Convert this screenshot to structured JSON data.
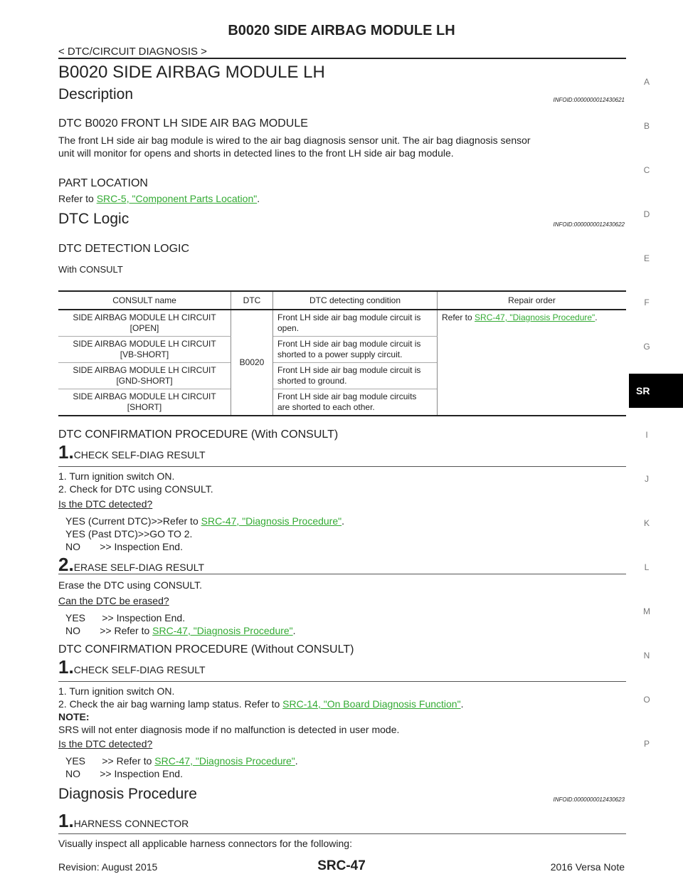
{
  "header": {
    "title": "B0020 SIDE AIRBAG MODULE LH",
    "breadcrumb": "< DTC/CIRCUIT DIAGNOSIS >"
  },
  "page_heading": "B0020 SIDE AIRBAG MODULE LH",
  "description": {
    "heading": "Description",
    "infoid": "INFOID:0000000012430621",
    "dtc_heading": "DTC B0020 FRONT LH SIDE AIR BAG MODULE",
    "text1": "The front LH side air bag module is wired to the air bag diagnosis sensor unit.  The air bag diagnosis sensor",
    "text2": "unit will monitor for opens and shorts in detected lines to the front LH side air bag module.",
    "part_location_heading": "PART LOCATION",
    "refer_prefix": "Refer to ",
    "refer_link": "SRC-5, \"Component Parts Location\"",
    "refer_suffix": "."
  },
  "dtc_logic": {
    "heading": "DTC Logic",
    "infoid": "INFOID:0000000012430622",
    "detection_heading": "DTC DETECTION LOGIC",
    "with_consult": "With CONSULT",
    "table": {
      "headers": [
        "CONSULT name",
        "DTC",
        "DTC detecting condition",
        "Repair order"
      ],
      "dtc": "B0020",
      "repair_prefix": "Refer to ",
      "repair_link": "SRC-47, \"Diagnosis Procedure\"",
      "repair_suffix": ".",
      "rows": [
        {
          "name1": "SIDE AIRBAG MODULE LH CIRCUIT",
          "name2": "[OPEN]",
          "cond1": "Front LH side air bag module circuit is",
          "cond2": "open."
        },
        {
          "name1": "SIDE AIRBAG MODULE LH CIRCUIT",
          "name2": "[VB-SHORT]",
          "cond1": "Front LH side air bag module circuit is",
          "cond2": "shorted to a power supply circuit."
        },
        {
          "name1": "SIDE AIRBAG MODULE LH CIRCUIT",
          "name2": "[GND-SHORT]",
          "cond1": "Front LH side air bag module circuit is",
          "cond2": "shorted to ground."
        },
        {
          "name1": "SIDE AIRBAG MODULE LH CIRCUIT",
          "name2": "[SHORT]",
          "cond1": "Front LH side air bag module circuits",
          "cond2": "are shorted to each other."
        }
      ]
    }
  },
  "confirm_with": {
    "heading": "DTC CONFIRMATION PROCEDURE (With CONSULT)",
    "step1_num": "1.",
    "step1_label": "CHECK SELF-DIAG RESULT",
    "step1_line1": "1.   Turn ignition switch ON.",
    "step1_line2": "2.   Check for DTC using CONSULT.",
    "step1_question": "Is the DTC detected?",
    "yes_current_prefix": "YES (Current DTC)>>Refer to ",
    "yes_current_link": "SRC-47, \"Diagnosis Procedure\"",
    "yes_current_suffix": ".",
    "yes_past": "YES (Past DTC)>>GO TO 2.",
    "no": "NO       >> Inspection End.",
    "step2_num": "2.",
    "step2_label": "ERASE SELF-DIAG RESULT",
    "step2_text": "Erase the DTC using CONSULT.",
    "step2_question": "Can the DTC be erased?",
    "step2_yes": "YES      >> Inspection End.",
    "step2_no_prefix": "NO       >> Refer to ",
    "step2_no_link": "SRC-47, \"Diagnosis Procedure\"",
    "step2_no_suffix": "."
  },
  "confirm_without": {
    "heading": "DTC CONFIRMATION PROCEDURE (Without CONSULT)",
    "step1_num": "1.",
    "step1_label": "CHECK SELF-DIAG RESULT",
    "line1": "1.   Turn ignition switch ON.",
    "line2_prefix": "2.   Check the air bag warning lamp status. Refer to ",
    "line2_link": "SRC-14, \"On Board Diagnosis Function\"",
    "line2_suffix": ".",
    "note_label": "NOTE:",
    "note_text": "SRS will not enter diagnosis mode if no malfunction is detected in user mode.",
    "question": "Is the DTC detected?",
    "yes_prefix": "YES      >> Refer to ",
    "yes_link": "SRC-47, \"Diagnosis Procedure\"",
    "yes_suffix": ".",
    "no": "NO       >> Inspection End."
  },
  "diagnosis": {
    "heading": "Diagnosis Procedure",
    "infoid": "INFOID:0000000012430623",
    "step1_num": "1.",
    "step1_label": "HARNESS CONNECTOR",
    "text": "Visually inspect all applicable harness connectors for the following:"
  },
  "side_index": {
    "letters": [
      "A",
      "B",
      "C",
      "D",
      "E",
      "F",
      "G",
      "I",
      "J",
      "K",
      "L",
      "M",
      "N",
      "O",
      "P"
    ],
    "active_tab": "SR"
  },
  "footer": {
    "revision": "Revision: August 2015",
    "page": "SRC-47",
    "model": "2016 Versa Note"
  },
  "colors": {
    "link": "#33aa33",
    "tab_bg": "#000000"
  }
}
